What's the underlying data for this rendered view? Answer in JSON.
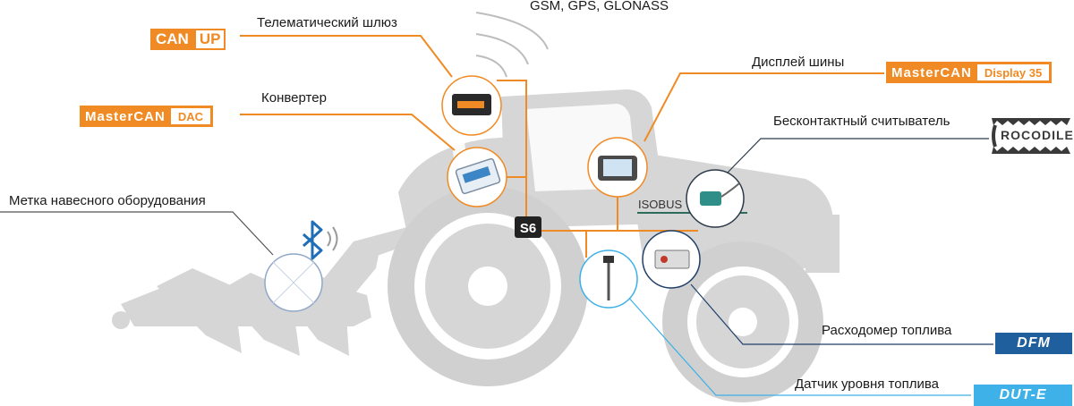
{
  "diagram": {
    "top_note": "GSM, GPS, GLONASS",
    "labels": {
      "gateway": "Телематический шлюз",
      "converter": "Конвертер",
      "tag": "Метка навесного оборудования",
      "display": "Дисплей шины",
      "reader": "Бесконтактный считыватель",
      "flowmeter": "Расходомер топлива",
      "level_sensor": "Датчик уровня топлива"
    },
    "bus_labels": {
      "isobus": "ISOBUS",
      "s6": "S6"
    },
    "logos": {
      "canup_a": "CAN",
      "canup_b": "UP",
      "mastercan_dac_brand": "MasterCAN",
      "mastercan_dac_prod": "DAC",
      "mastercan_display_brand": "MasterCAN",
      "mastercan_display_prod": "Display 35",
      "crocodile": "ROCODILE",
      "dfm": "DFM",
      "dute": "DUT-E"
    },
    "colors": {
      "orange": "#f08a24",
      "tractor_gray": "#d6d6d6",
      "dark_blue": "#1f5f9e",
      "light_blue": "#3db1e8",
      "bluetooth_blue": "#1f6fb8"
    },
    "icons": [
      "bluetooth-icon",
      "wifi-signal-icon",
      "gsm-signal-icon"
    ]
  }
}
